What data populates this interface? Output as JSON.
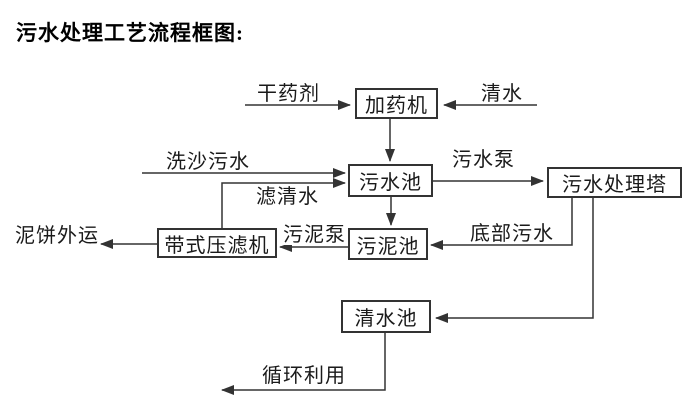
{
  "title": "污水处理工艺流程框图:",
  "diagram": {
    "nodes": {
      "dosing_machine": "加药机",
      "sewage_pool": "污水池",
      "treatment_tower": "污水处理塔",
      "sludge_pool": "污泥池",
      "belt_filter_press": "带式压滤机",
      "clean_water_pool": "清水池"
    },
    "labels": {
      "dry_chemical": "干药剂",
      "clean_water": "清水",
      "sand_washing_sewage": "洗沙污水",
      "filtered_water": "滤清水",
      "sewage_pump": "污水泵",
      "bottom_sewage": "底部污水",
      "sludge_pump": "污泥泵",
      "mud_cake_out": "泥饼外运",
      "recycle_use": "循环利用"
    },
    "edges": [
      {
        "from": "干药剂",
        "to": "加药机"
      },
      {
        "from": "清水",
        "to": "加药机"
      },
      {
        "from": "加药机",
        "to": "污水池"
      },
      {
        "from": "洗沙污水",
        "to": "污水池"
      },
      {
        "from": "带式压滤机",
        "to": "污水池",
        "label": "滤清水"
      },
      {
        "from": "污水池",
        "to": "污水处理塔",
        "label": "污水泵"
      },
      {
        "from": "污水池",
        "to": "污泥池"
      },
      {
        "from": "污水处理塔",
        "to": "污泥池",
        "label": "底部污水"
      },
      {
        "from": "污水处理塔",
        "to": "清水池"
      },
      {
        "from": "污泥池",
        "to": "带式压滤机",
        "label": "污泥泵"
      },
      {
        "from": "带式压滤机",
        "to": "泥饼外运"
      },
      {
        "from": "清水池",
        "to": "循环利用"
      }
    ],
    "colors": {
      "line": "#333333",
      "text": "#1a1a1a",
      "title_text": "#000000",
      "box_fill": "#ffffff",
      "background": "#ffffff"
    }
  }
}
